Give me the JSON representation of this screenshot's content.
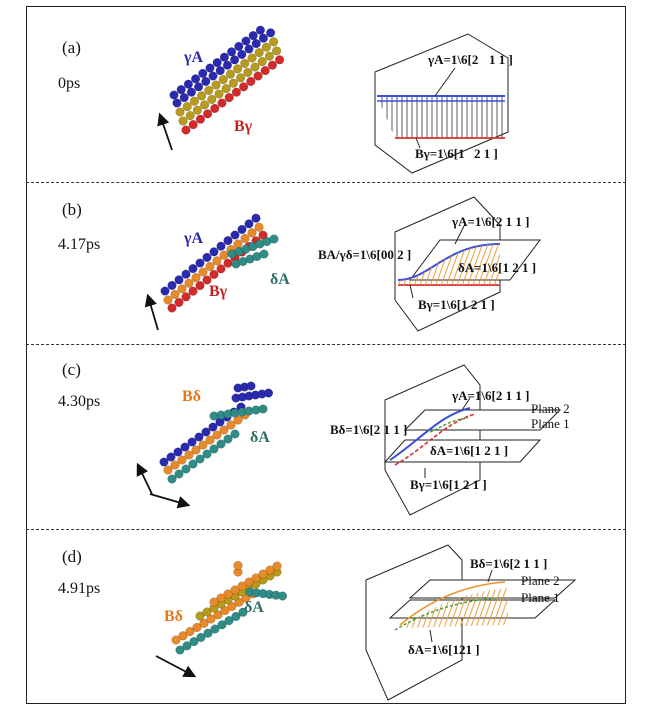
{
  "colors": {
    "gamma_atoms": "#2a2ab0",
    "b_gamma_atoms": "#d42a2a",
    "gold_atoms": "#b89a1c",
    "delta_a_atoms": "#2f8c86",
    "b_delta_atoms": "#e88a2a",
    "label_blue": "#2a2aa8",
    "label_red": "#c82020",
    "label_orange": "#e07a1a",
    "label_teal": "#2e6e66",
    "line_blue": "#3c4fd8",
    "line_red": "#d83030",
    "hatch_orange": "#e8952a",
    "hatch_green": "#4aa040"
  },
  "panels": [
    {
      "label": "(a)",
      "time": "0ps",
      "atom_labels": {
        "gamma_a": "γA",
        "b_gamma": "Bγ"
      },
      "schematic": {
        "gamma_a_vector": "γA=1\\6[2",
        "gamma_a_vector_end": "1 1 ]",
        "b_gamma_vector": "Bγ=1\\6[1",
        "b_gamma_vector_end": "2 1 ]"
      }
    },
    {
      "label": "(b)",
      "time": "4.17ps",
      "atom_labels": {
        "gamma_a": "γA",
        "b_gamma": "Bγ",
        "delta_a": "δA"
      },
      "schematic": {
        "gamma_a_vector": "γA=1\\6[2 1 1 ]",
        "ba_gd_vector": "BA/γδ=1\\6[00 2 ]",
        "delta_a_vector": "δA=1\\6[1 2 1 ]",
        "b_gamma_vector": "Bγ=1\\6[1 2 1 ]"
      }
    },
    {
      "label": "(c)",
      "time": "4.30ps",
      "atom_labels": {
        "b_delta": "Bδ",
        "delta_a": "δA"
      },
      "schematic": {
        "gamma_a_vector": "γA=1\\6[2 1 1 ]",
        "plane2": "Plane 2",
        "plane1": "Plane 1",
        "b_delta_vector": "Bδ=1\\6[2 1 1 ]",
        "delta_a_vector": "δA=1\\6[1 2 1 ]",
        "b_gamma_vector": "Bγ=1\\6[1 2 1 ]"
      }
    },
    {
      "label": "(d)",
      "time": "4.91ps",
      "atom_labels": {
        "b_delta": "Bδ",
        "delta_a": "δA"
      },
      "schematic": {
        "b_delta_vector": "Bδ=1\\6[2 1 1 ]",
        "plane2": "Plane 2",
        "plane1": "Plane 1",
        "delta_a_vector": "δA=1\\6[121 ]"
      }
    }
  ]
}
